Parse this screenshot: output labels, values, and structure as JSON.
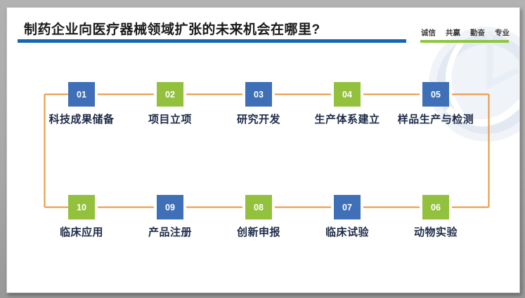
{
  "slide": {
    "header": {
      "title": "制药企业向医疗器械领域扩张的未来机会在哪里?",
      "title_underline_color": "#1567b0",
      "values": [
        "诚信",
        "共赢",
        "勤奋",
        "专业"
      ],
      "values_underline_color": "#8cc63e"
    },
    "flow": {
      "connector_color": "#e8953c",
      "box_colors": {
        "blue": "#3e6fb7",
        "green": "#93c13d"
      },
      "label_color": "#1e2b49",
      "steps": [
        {
          "num": "01",
          "label": "科技成果储备",
          "color": "blue"
        },
        {
          "num": "02",
          "label": "项目立项",
          "color": "green"
        },
        {
          "num": "03",
          "label": "研究开发",
          "color": "blue"
        },
        {
          "num": "04",
          "label": "生产体系建立",
          "color": "green"
        },
        {
          "num": "05",
          "label": "样品生产与检测",
          "color": "blue"
        },
        {
          "num": "06",
          "label": "动物实验",
          "color": "green"
        },
        {
          "num": "07",
          "label": "临床试验",
          "color": "blue"
        },
        {
          "num": "08",
          "label": "创新申报",
          "color": "green"
        },
        {
          "num": "09",
          "label": "产品注册",
          "color": "blue"
        },
        {
          "num": "10",
          "label": "临床应用",
          "color": "green"
        }
      ]
    },
    "watermark": {
      "name": "company-logo-watermark",
      "color": "#e7edf4"
    }
  }
}
